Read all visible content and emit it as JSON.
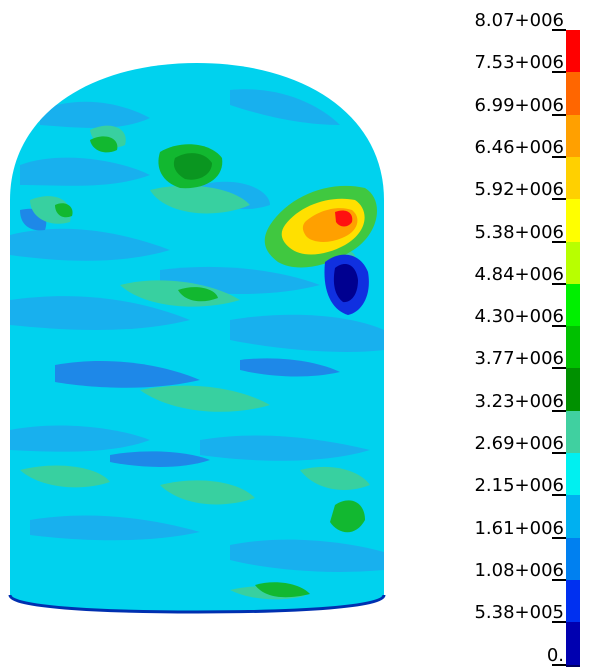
{
  "legend": {
    "labels": [
      "8.07+006",
      "7.53+006",
      "6.99+006",
      "6.46+006",
      "5.92+006",
      "5.38+006",
      "4.84+006",
      "4.30+006",
      "3.77+006",
      "3.23+006",
      "2.69+006",
      "2.15+006",
      "1.61+006",
      "1.08+006",
      "5.38+005",
      "0."
    ],
    "colors": [
      "#ff0000",
      "#ff6600",
      "#ffa000",
      "#ffd000",
      "#ffff00",
      "#b8ff00",
      "#00f000",
      "#00c000",
      "#009000",
      "#40d0a0",
      "#00f0f0",
      "#00b0f0",
      "#0080f0",
      "#0030f0",
      "#0000b0",
      "#000060"
    ]
  },
  "palette": {
    "base": "#00d2ee",
    "mid": "#18b0ee",
    "deep": "#1e88e8",
    "teal": "#38d0a0",
    "green": "#12b830",
    "lightgreen": "#40c840",
    "darkgreen": "#0a9620",
    "blue": "#1030e0",
    "navy": "#000090",
    "yellow": "#ffe000",
    "orange": "#ffa000",
    "red": "#ff1010",
    "outline": "#0030b0"
  }
}
